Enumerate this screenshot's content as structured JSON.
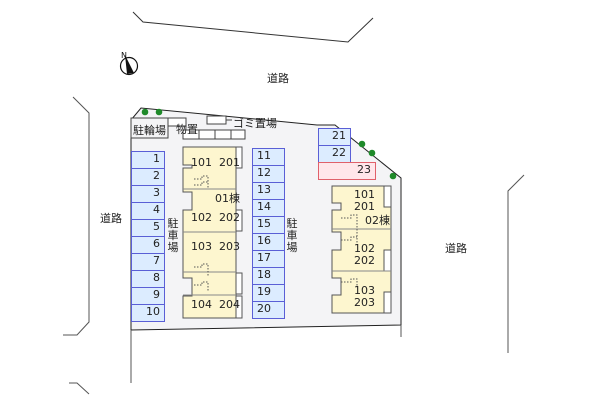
{
  "compass": {
    "label": "N",
    "icon": "north-arrow-icon"
  },
  "roads": {
    "top": "道路",
    "left": "道路",
    "right": "道路"
  },
  "facilities": {
    "bicycle_parking": "駐輪場",
    "storage": "物置",
    "garbage": "ゴミ置場",
    "parking_left": "駐車場",
    "parking_right": "駐車場"
  },
  "parking": {
    "column_a": [
      "1",
      "2",
      "3",
      "4",
      "5",
      "6",
      "7",
      "8",
      "9",
      "10"
    ],
    "column_b": [
      "11",
      "12",
      "13",
      "14",
      "15",
      "16",
      "17",
      "18",
      "19",
      "20"
    ],
    "top_right": [
      "21",
      "22"
    ],
    "reserved": "23"
  },
  "building_01": {
    "label": "01棟",
    "units": [
      {
        "a": "101",
        "b": "201"
      },
      {
        "a": "102",
        "b": "202"
      },
      {
        "a": "103",
        "b": "203"
      },
      {
        "a": "104",
        "b": "204"
      }
    ]
  },
  "building_02": {
    "label": "02棟",
    "units": [
      {
        "a": "101",
        "b": "201"
      },
      {
        "a": "102",
        "b": "202"
      },
      {
        "a": "103",
        "b": "203"
      }
    ]
  },
  "colors": {
    "parking_fill": "#dcecff",
    "parking_border": "#5a5fd6",
    "reserved_fill": "#ffe6ea",
    "reserved_border": "#e0606a",
    "building_fill": "#fdf6cf",
    "lot_fill": "#f4f4f6",
    "tree": "#1f8a2a"
  }
}
